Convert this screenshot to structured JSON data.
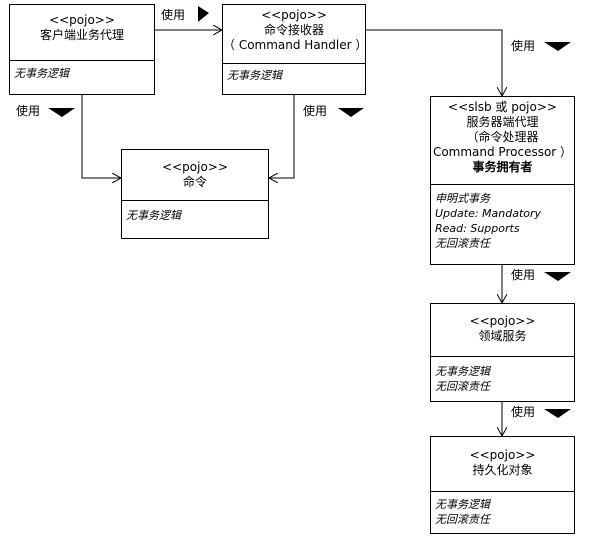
{
  "boxes": {
    "client": {
      "stereotype": "<<pojo>>",
      "name": "客户端业务代理",
      "notes": [
        "无事务逻辑"
      ]
    },
    "handler": {
      "stereotype": "<<pojo>>",
      "name": "命令接收器",
      "name2": "（ Command Handler ）",
      "notes": [
        "无事务逻辑"
      ]
    },
    "command": {
      "stereotype": "<<pojo>>",
      "name": "命令",
      "notes": [
        "无事务逻辑"
      ]
    },
    "server": {
      "stereotype": "<<slsb 或 pojo>>",
      "name": "服务器端代理",
      "name2": "（命令处理器",
      "name3": "Command Processor ）",
      "name4": "事务拥有者",
      "notes": [
        "申明式事务",
        "Update: Mandatory",
        "Read: Supports",
        "无回滚责任"
      ]
    },
    "domain": {
      "stereotype": "<<pojo>>",
      "name": "领域服务",
      "notes": [
        "无事务逻辑",
        "无回滚责任"
      ]
    },
    "persist": {
      "stereotype": "<<pojo>>",
      "name": "持久化对象",
      "notes": [
        "无事务逻辑",
        "无回滚责任"
      ]
    }
  },
  "edges": {
    "use_label": "使用"
  }
}
